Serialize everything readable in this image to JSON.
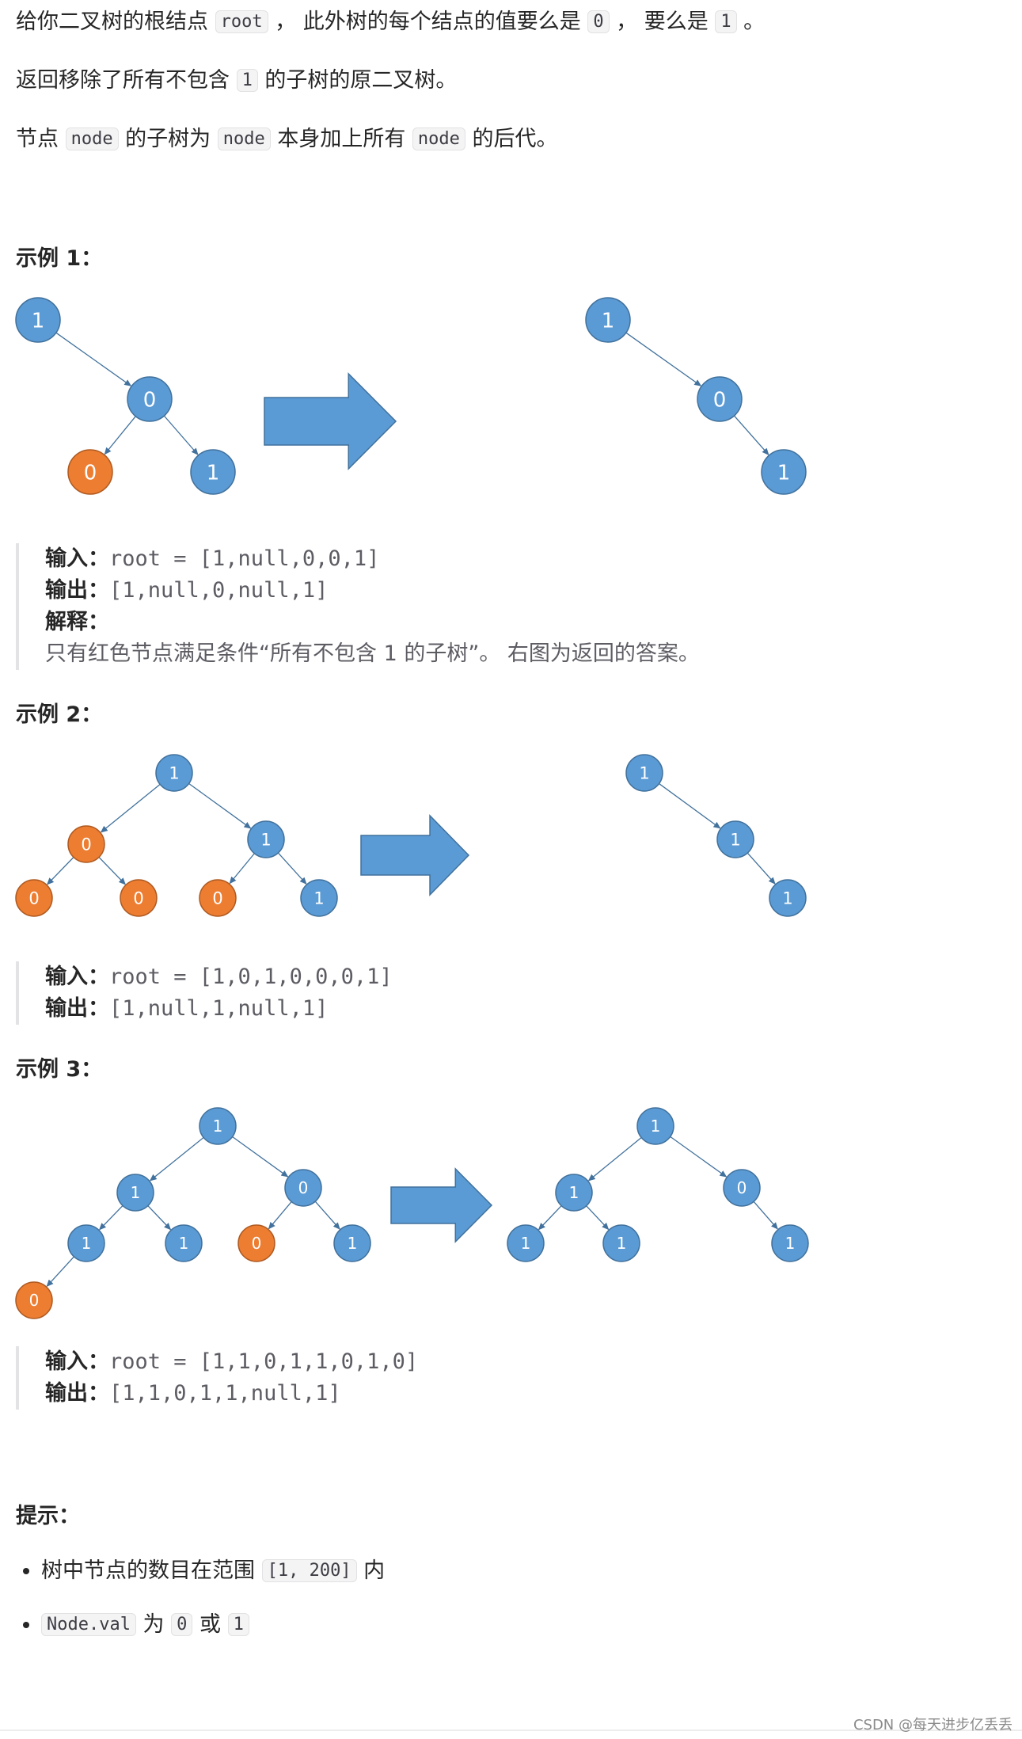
{
  "intro": {
    "p1": {
      "a": "给你二叉树的根结点 ",
      "code1": "root",
      "b": " ， 此外树的每个结点的值要么是 ",
      "code2": "0",
      "c": " ， 要么是 ",
      "code3": "1",
      "d": " 。"
    },
    "p2": {
      "a": "返回移除了所有不包含 ",
      "code1": "1",
      "b": " 的子树的原二叉树。"
    },
    "p3": {
      "a": "节点 ",
      "code1": "node",
      "b": " 的子树为 ",
      "code2": "node",
      "c": " 本身加上所有 ",
      "code3": "node",
      "d": " 的后代。"
    }
  },
  "examples": [
    {
      "heading": "示例 1：",
      "input_label": "输入：",
      "input": "root = [1,null,0,0,1]",
      "output_label": "输出：",
      "output": "[1,null,0,null,1]",
      "explain_label": "解释：",
      "explain": "只有红色节点满足条件“所有不包含 1 的子树”。 右图为返回的答案。",
      "nodes": [
        {
          "id": "a",
          "label": "1",
          "color": "blue"
        },
        {
          "id": "b",
          "label": "0",
          "color": "blue"
        },
        {
          "id": "c",
          "label": "0",
          "color": "orange"
        },
        {
          "id": "d",
          "label": "1",
          "color": "blue"
        },
        {
          "id": "e",
          "label": "1",
          "color": "blue"
        },
        {
          "id": "f",
          "label": "0",
          "color": "blue"
        },
        {
          "id": "g",
          "label": "1",
          "color": "blue"
        }
      ]
    },
    {
      "heading": "示例 2：",
      "input_label": "输入：",
      "input": "root = [1,0,1,0,0,0,1]",
      "output_label": "输出：",
      "output": "[1,null,1,null,1]",
      "nodes": [
        {
          "id": "a",
          "label": "1",
          "color": "blue"
        },
        {
          "id": "b",
          "label": "0",
          "color": "orange"
        },
        {
          "id": "c",
          "label": "1",
          "color": "blue"
        },
        {
          "id": "d",
          "label": "0",
          "color": "orange"
        },
        {
          "id": "e",
          "label": "0",
          "color": "orange"
        },
        {
          "id": "f",
          "label": "0",
          "color": "orange"
        },
        {
          "id": "g",
          "label": "1",
          "color": "blue"
        },
        {
          "id": "h",
          "label": "1",
          "color": "blue"
        },
        {
          "id": "i",
          "label": "1",
          "color": "blue"
        },
        {
          "id": "j",
          "label": "1",
          "color": "blue"
        }
      ]
    },
    {
      "heading": "示例 3：",
      "input_label": "输入：",
      "input": "root = [1,1,0,1,1,0,1,0]",
      "output_label": "输出：",
      "output": "[1,1,0,1,1,null,1]",
      "nodes": [
        {
          "id": "a",
          "label": "1",
          "color": "blue"
        },
        {
          "id": "b",
          "label": "1",
          "color": "blue"
        },
        {
          "id": "c",
          "label": "0",
          "color": "blue"
        },
        {
          "id": "d",
          "label": "1",
          "color": "blue"
        },
        {
          "id": "e",
          "label": "1",
          "color": "blue"
        },
        {
          "id": "f",
          "label": "0",
          "color": "orange"
        },
        {
          "id": "g",
          "label": "1",
          "color": "blue"
        },
        {
          "id": "h",
          "label": "0",
          "color": "orange"
        },
        {
          "id": "i",
          "label": "1",
          "color": "blue"
        },
        {
          "id": "j",
          "label": "1",
          "color": "blue"
        },
        {
          "id": "k",
          "label": "0",
          "color": "blue"
        },
        {
          "id": "l",
          "label": "1",
          "color": "blue"
        },
        {
          "id": "m",
          "label": "1",
          "color": "blue"
        },
        {
          "id": "n",
          "label": "1",
          "color": "blue"
        }
      ]
    }
  ],
  "tips": {
    "heading": "提示：",
    "items": [
      {
        "a": "树中节点的数目在范围 ",
        "code1": "[1, 200]",
        "b": " 内"
      },
      {
        "code1": "Node.val",
        "a": " 为 ",
        "code2": "0",
        "b": " 或 ",
        "code3": "1"
      }
    ]
  },
  "watermark": "CSDN @每天进步亿丢丢",
  "colors": {
    "blue": "#5b9bd5",
    "orange": "#ed7d31",
    "blue_stroke": "#41719c",
    "orange_stroke": "#ae5a21",
    "arrow": "#5b9bd5"
  }
}
